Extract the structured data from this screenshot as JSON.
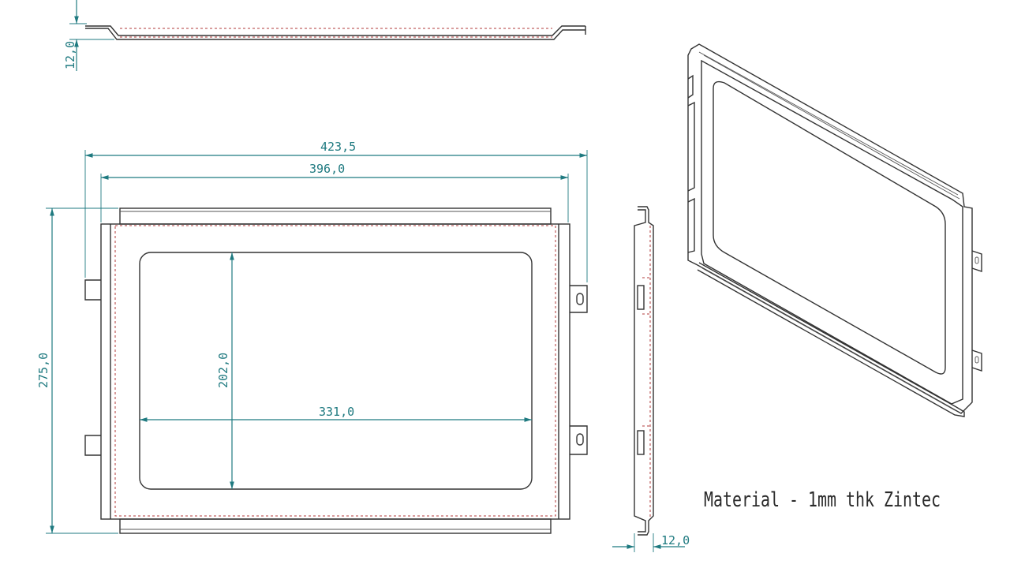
{
  "drawing": {
    "note": "Material - 1mm thk Zintec",
    "dimensions": {
      "overall_width": "423,5",
      "inner_width": "396,0",
      "height": "275,0",
      "window_width": "331,0",
      "window_height": "202,0",
      "top_view_depth": "12,0",
      "side_view_depth": "12,0"
    },
    "colors": {
      "dimension": "#1f7a80",
      "outline": "#333333",
      "hidden": "#b23a3a"
    }
  }
}
